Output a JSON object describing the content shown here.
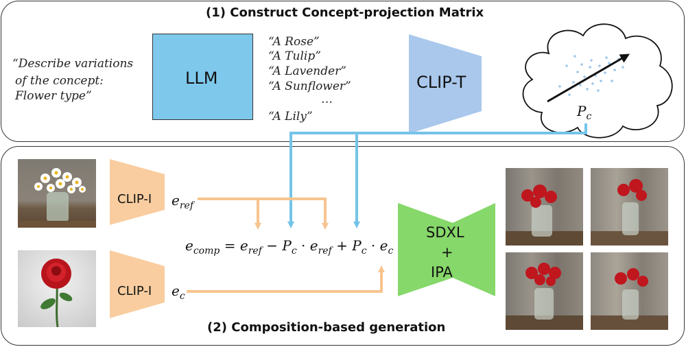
{
  "section1": {
    "title": "(1) Construct Concept-projection Matrix"
  },
  "section2": {
    "title": "(2) Composition-based generation"
  },
  "prompt": {
    "line1": "“Describe variations",
    "line2": "of the concept:",
    "line3": "Flower type”"
  },
  "llm": {
    "label": "LLM"
  },
  "outputs": [
    "“A Rose”",
    "“A Tulip”",
    "“A Lavender”",
    "“A Sunflower”",
    "…",
    "“A Lily”"
  ],
  "clip_t": {
    "label": "CLIP-T"
  },
  "projection": {
    "symbol": "P",
    "subscript": "c"
  },
  "clip_i_ref": {
    "label": "CLIP-I",
    "emb": "e",
    "emb_sub": "ref"
  },
  "clip_i_c": {
    "label": "CLIP-I",
    "emb": "e",
    "emb_sub": "c"
  },
  "equation": {
    "lhs": "e",
    "lhs_sub": "comp",
    "t1": "e",
    "t1_sub": "ref",
    "op1": "−",
    "p1": "P",
    "p1_sub": "c",
    "dot": "·",
    "t2": "e",
    "t2_sub": "ref",
    "op2": "+",
    "p2": "P",
    "p2_sub": "c",
    "t3": "e",
    "t3_sub": "c"
  },
  "generator": {
    "line1": "SDXL",
    "line2": "+",
    "line3": "IPA"
  },
  "colors": {
    "llm_fill": "#7ec8ec",
    "clip_t_fill": "#a9c8ec",
    "clip_i_fill": "#f9cda0",
    "sdxl_fill": "#86d86a",
    "arrow_blue": "#74c3e8",
    "arrow_orange": "#f7c48f",
    "cloud_dots": "#9ec6e8"
  }
}
